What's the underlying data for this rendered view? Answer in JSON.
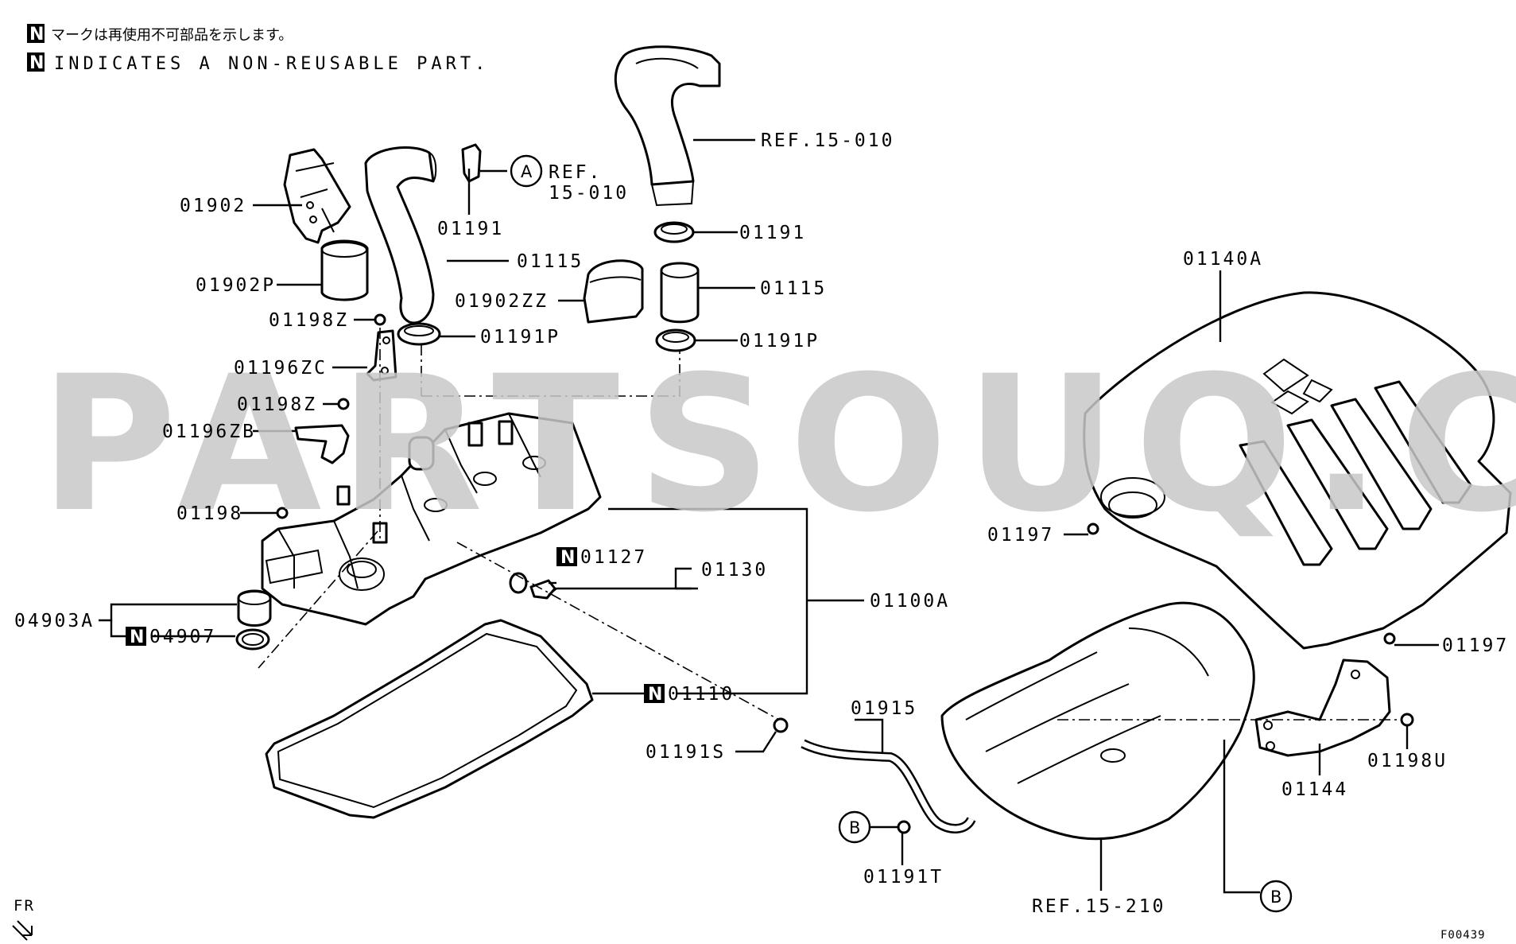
{
  "notes": {
    "n_marker": "N",
    "jp": "マークは再使用不可部品を示します。",
    "en": "INDICATES A NON-REUSABLE PART."
  },
  "watermark": "PARTSOUQ.COM",
  "labels": {
    "ref_15_010_top": "REF.15-010",
    "ref_15_010_a_1": "REF.",
    "ref_15_010_a_2": "15-010",
    "p01902": "01902",
    "p01191_top": "01191",
    "p01115_left": "01115",
    "p01902P": "01902P",
    "p01902ZZ": "01902ZZ",
    "p01198Z_1": "01198Z",
    "p01191P_left": "01191P",
    "p01196ZC": "01196ZC",
    "p01198Z_2": "01198Z",
    "p01196ZB": "01196ZB",
    "p01198": "01198",
    "p04903A": "04903A",
    "p04907": "04907",
    "p01127": "01127",
    "p01130": "01130",
    "p01100A": "01100A",
    "p01110": "01110",
    "p01191S": "01191S",
    "p01191_right": "01191",
    "p01115_right": "01115",
    "p01191P_right": "01191P",
    "p01140A": "01140A",
    "p01197_left": "01197",
    "p01197_right": "01197",
    "p01915": "01915",
    "p01191T": "01191T",
    "p01144": "01144",
    "p01198U": "01198U",
    "ref_15_210": "REF.15-210",
    "callout_a": "A",
    "callout_b1": "B",
    "callout_b2": "B",
    "fr": "FR",
    "figure_code": "F00439"
  }
}
